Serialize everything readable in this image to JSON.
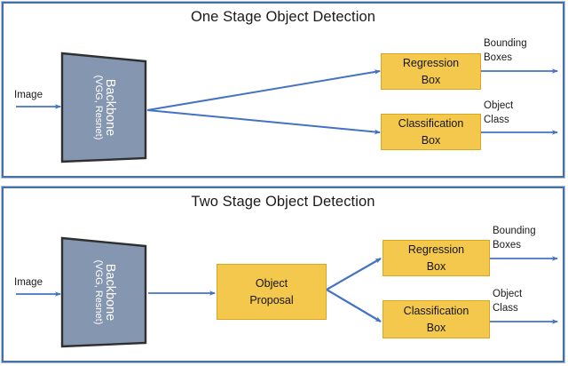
{
  "figure": {
    "type": "diagram",
    "description": "Comparison of one stage and two stage object detection pipelines",
    "accent_border_color": "#4472a8",
    "box_fill_color": "#f4c84c",
    "box_border_color": "#d9a61f",
    "backbone_fill_color": "#8496b0",
    "arrow_color": "#4472c4"
  },
  "panels": [
    {
      "id": "one-stage",
      "title": "One Stage Object Detection",
      "input_label": "Image",
      "backbone": {
        "line1": "Backbone",
        "line2": "(VGG, Resnet)"
      },
      "heads": [
        {
          "line1": "Regression",
          "line2": "Box",
          "output_line1": "Bounding",
          "output_line2": "Boxes"
        },
        {
          "line1": "Classification",
          "line2": "Box",
          "output_line1": "Object",
          "output_line2": "Class"
        }
      ]
    },
    {
      "id": "two-stage",
      "title": "Two Stage Object Detection",
      "input_label": "Image",
      "backbone": {
        "line1": "Backbone",
        "line2": "(VGG, Resnet)"
      },
      "proposal": {
        "line1": "Object",
        "line2": "Proposal"
      },
      "heads": [
        {
          "line1": "Regression",
          "line2": "Box",
          "output_line1": "Bounding",
          "output_line2": "Boxes"
        },
        {
          "line1": "Classification",
          "line2": "Box",
          "output_line1": "Object",
          "output_line2": "Class"
        }
      ]
    }
  ]
}
